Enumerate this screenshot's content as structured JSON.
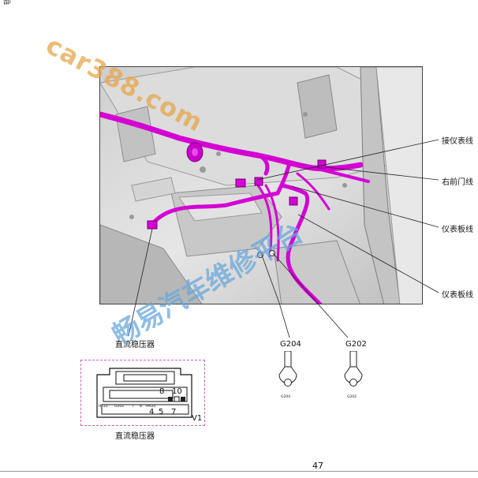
{
  "header": {
    "fragment": "部"
  },
  "callouts": [
    {
      "text": "接仪表线"
    },
    {
      "text": "右前门线"
    },
    {
      "text": "仪表板线"
    },
    {
      "text": "仪表板线"
    }
  ],
  "part_label_photo": "直流稳压器",
  "grounds": [
    {
      "label": "G204",
      "tag": "G204"
    },
    {
      "label": "G202",
      "tag": "G202"
    }
  ],
  "connector": {
    "pins": [
      "8",
      "10",
      "4",
      "5",
      "7"
    ],
    "id": "V1",
    "caption": "直流稳压器",
    "cells": [
      "HF22",
      "G202",
      "7",
      "8",
      "HR20"
    ]
  },
  "page_number": "47",
  "watermarks": {
    "url": "car388.com",
    "platform": "畅易汽车维修平台"
  },
  "colors": {
    "harness": "#d400d4",
    "connector_border": "#c760b8",
    "watermark_url": "#e7a64a",
    "watermark_cn": "#6aa7dc"
  }
}
